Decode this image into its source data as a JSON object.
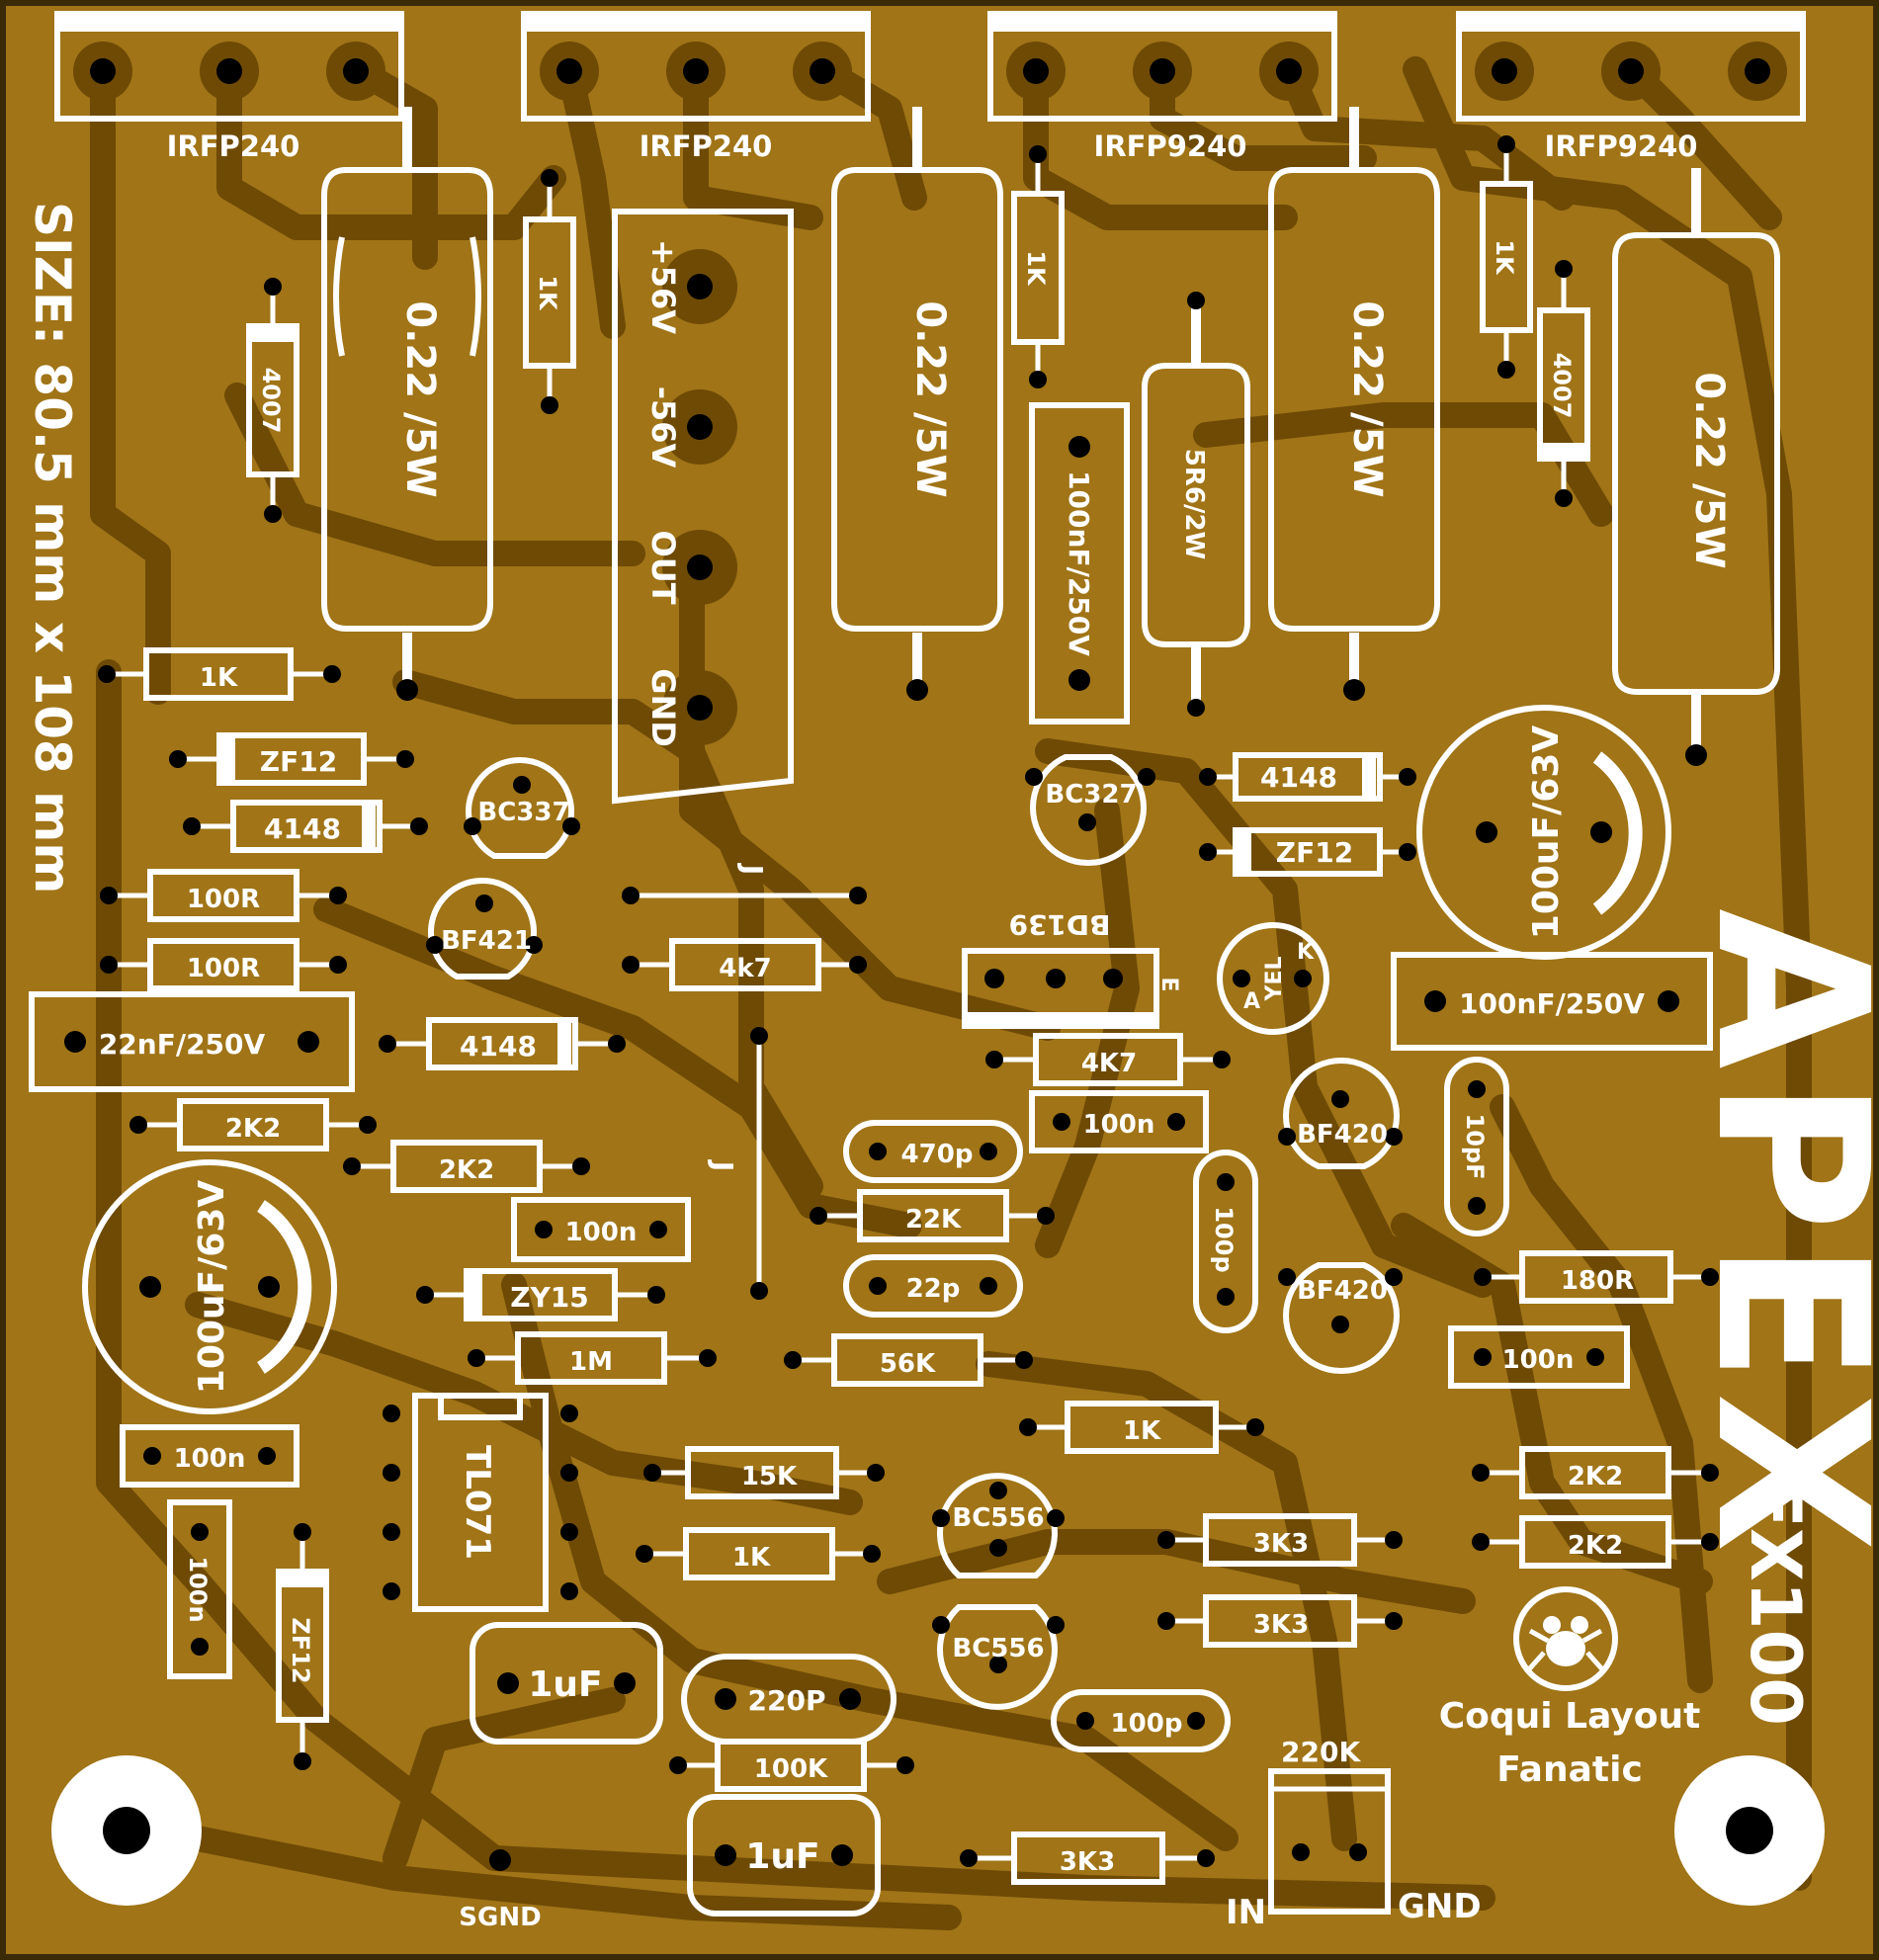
{
  "board": {
    "colors": {
      "board": "#a07417",
      "edge": "#3a2a06",
      "trace": "#6e4a05",
      "silk": "#ffffff",
      "pad": "#000000"
    },
    "size_label": "SIZE: 80.5 mm x 108 mm",
    "brand": "APEX",
    "model": "FX100",
    "credit_line1": "Coqui Layout",
    "credit_line2": "Fanatic",
    "labels": {
      "sgnd": "SGND",
      "in": "IN",
      "gnd": "GND",
      "in_pot": "220K",
      "bd139": "BD139",
      "bd139_pin": "E",
      "led_a": "A",
      "led_k": "K",
      "led_color": "YEL",
      "jumper": "J"
    },
    "power_header": [
      "+56V",
      "-56V",
      "OUT",
      "GND"
    ],
    "transistors_top": [
      "IRFP240",
      "IRFP240",
      "IRFP9240",
      "IRFP9240"
    ],
    "power_resistors": [
      "0.22 /5W",
      "0.22 /5W",
      "0.22 /5W",
      "0.22 /5W"
    ],
    "components": {
      "r_1k_a": "1K",
      "r_1k_b": "1K",
      "r_1k_c": "1K",
      "r_1k_d": "1K",
      "d_4007_a": "4007",
      "d_4007_b": "4007",
      "zf12_a": "ZF12",
      "d4148_a": "4148",
      "bc337": "BC337",
      "r100_a": "100R",
      "r100_b": "100R",
      "bf421": "BF421",
      "c22n": "22nF/250V",
      "d4148_b": "4148",
      "r2k2_a": "2K2",
      "r2k2_b": "2K2",
      "c100n_a": "100n",
      "c100u_a": "100uF/63V",
      "zy15": "ZY15",
      "r1m": "1M",
      "c100n_b": "100n",
      "c100n_c": "100n",
      "zf12_b": "ZF12",
      "tl071": "TL071",
      "c1u_a": "1uF",
      "c220p": "220P",
      "r100k": "100K",
      "c1u_b": "1uF",
      "r3k3_a": "3K3",
      "r4k7_a": "4k7",
      "c470p": "470p",
      "r22k": "22K",
      "c22p": "22p",
      "r56k": "56K",
      "r15k": "15K",
      "r1k_e": "1K",
      "bc556_a": "BC556",
      "bc556_b": "BC556",
      "c100p_a": "100p",
      "r4k7_b": "4K7",
      "c100n_d": "100n",
      "bf420_a": "BF420",
      "bf420_b": "BF420",
      "c100p_b": "100p",
      "r1k_f": "1K",
      "r3k3_b": "3K3",
      "r3k3_c": "3K3",
      "c100n_e": "100nF/250V",
      "r5r6": "5R6/2W",
      "bc327": "BC327",
      "d4148_c": "4148",
      "zf12_c": "ZF12",
      "c100u_b": "100uF/63V",
      "c100n_f": "100nF/250V",
      "c10p": "10pF",
      "r180": "180R",
      "c100n_g": "100n",
      "r2k2_c": "2K2",
      "r2k2_d": "2K2"
    }
  }
}
